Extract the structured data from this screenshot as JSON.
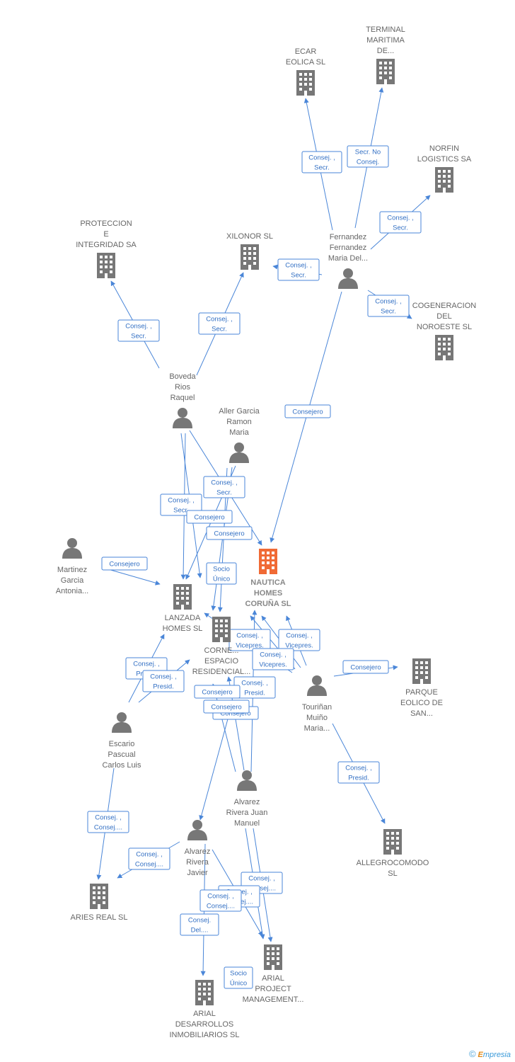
{
  "colors": {
    "edge": "#4a86d8",
    "node": "#777777",
    "focus": "#f06a35"
  },
  "nodes": [
    {
      "id": "ecar",
      "type": "company",
      "lines": [
        "ECAR",
        "EOLICA SL"
      ]
    },
    {
      "id": "terminal",
      "type": "company",
      "lines": [
        "TERMINAL",
        "MARITIMA",
        "DE..."
      ]
    },
    {
      "id": "norfin",
      "type": "company",
      "lines": [
        "NORFIN",
        "LOGISTICS SA"
      ]
    },
    {
      "id": "proteccion",
      "type": "company",
      "lines": [
        "PROTECCION",
        "E",
        "INTEGRIDAD SA"
      ]
    },
    {
      "id": "xilonor",
      "type": "company",
      "lines": [
        "XILONOR  SL"
      ]
    },
    {
      "id": "fernandez",
      "type": "person",
      "lines": [
        "Fernandez",
        "Fernandez",
        "Maria Del..."
      ]
    },
    {
      "id": "cogeneracion",
      "type": "company",
      "lines": [
        "COGENERACION",
        "DEL",
        "NOROESTE SL"
      ]
    },
    {
      "id": "boveda",
      "type": "person",
      "lines": [
        "Boveda",
        "Rios",
        "Raquel"
      ]
    },
    {
      "id": "aller",
      "type": "person",
      "lines": [
        "Aller Garcia",
        "Ramon",
        "Maria"
      ]
    },
    {
      "id": "martinez",
      "type": "person",
      "lines": [
        "Martinez",
        "Garcia",
        "Antonia..."
      ]
    },
    {
      "id": "nautica",
      "type": "focus",
      "lines": [
        "NAUTICA",
        "HOMES",
        "CORUÑA  SL"
      ]
    },
    {
      "id": "lanzada",
      "type": "company",
      "lines": [
        "LANZADA",
        "HOMES  SL"
      ]
    },
    {
      "id": "cornes",
      "type": "company",
      "lines": [
        "CORNE...",
        "ESPACIO",
        "RESIDENCIAL..."
      ]
    },
    {
      "id": "parque",
      "type": "company",
      "lines": [
        "PARQUE",
        "EOLICO DE",
        "SAN..."
      ]
    },
    {
      "id": "tourinan",
      "type": "person",
      "lines": [
        "Touriñan",
        "Muiño",
        "Maria..."
      ]
    },
    {
      "id": "escario",
      "type": "person",
      "lines": [
        "Escario",
        "Pascual",
        "Carlos Luis"
      ]
    },
    {
      "id": "alvarezjm",
      "type": "person",
      "lines": [
        "Alvarez",
        "Rivera Juan",
        "Manuel"
      ]
    },
    {
      "id": "allegro",
      "type": "company",
      "lines": [
        "ALLEGROCOMODO",
        "SL"
      ]
    },
    {
      "id": "alvarezj",
      "type": "person",
      "lines": [
        "Alvarez",
        "Rivera",
        "Javier"
      ]
    },
    {
      "id": "aries",
      "type": "company",
      "lines": [
        "ARIES REAL SL"
      ]
    },
    {
      "id": "arialpm",
      "type": "company",
      "lines": [
        "ARIAL",
        "PROJECT",
        "MANAGEMENT..."
      ]
    },
    {
      "id": "arialdi",
      "type": "company",
      "lines": [
        "ARIAL",
        "DESARROLLOS",
        "INMOBILIARIOS SL"
      ]
    }
  ],
  "relations": [
    {
      "lines": [
        "Consej. ,",
        "Secr."
      ]
    },
    {
      "lines": [
        "Secr.  No",
        "Consej."
      ]
    },
    {
      "lines": [
        "Consej. ,",
        "Secr."
      ]
    },
    {
      "lines": [
        "Consej. ,",
        "Secr."
      ]
    },
    {
      "lines": [
        "Consej. ,",
        "Secr."
      ]
    },
    {
      "lines": [
        "Consej. ,",
        "Secr."
      ]
    },
    {
      "lines": [
        "Consej. ,",
        "Secr."
      ]
    },
    {
      "lines": [
        "Consejero"
      ]
    },
    {
      "lines": [
        "Consej. ,",
        "Secr."
      ]
    },
    {
      "lines": [
        "Consej. ,",
        "Secr."
      ]
    },
    {
      "lines": [
        "Consejero"
      ]
    },
    {
      "lines": [
        "Consejero"
      ]
    },
    {
      "lines": [
        "Consejero"
      ]
    },
    {
      "lines": [
        "Socio",
        "Único"
      ]
    },
    {
      "lines": [
        "Consej. ,",
        "Vicepres."
      ]
    },
    {
      "lines": [
        "Consej. ,",
        "Vicepres."
      ]
    },
    {
      "lines": [
        "Consej. ,",
        "Vicepres."
      ]
    },
    {
      "lines": [
        "Consejero"
      ]
    },
    {
      "lines": [
        "Consej. ,",
        "Presid."
      ]
    },
    {
      "lines": [
        "Consej. ,",
        "Presid."
      ]
    },
    {
      "lines": [
        "Consej. ,",
        "Presid."
      ]
    },
    {
      "lines": [
        "Consejero"
      ]
    },
    {
      "lines": [
        "Consejero"
      ]
    },
    {
      "lines": [
        "Consejero"
      ]
    },
    {
      "lines": [
        "Consej. ,",
        "Presid."
      ]
    },
    {
      "lines": [
        "Consej. ,",
        "Consej...."
      ]
    },
    {
      "lines": [
        "Consej. ,",
        "Consej...."
      ]
    },
    {
      "lines": [
        "Consej. ,",
        "Consej...."
      ]
    },
    {
      "lines": [
        "Consej. ,",
        "Consej...."
      ]
    },
    {
      "lines": [
        "Consej. ,",
        "Consej...."
      ]
    },
    {
      "lines": [
        "Consej.",
        "Del...."
      ]
    },
    {
      "lines": [
        "Socio",
        "Único"
      ]
    }
  ],
  "footer": {
    "symbol": "©",
    "brand_initial": "E",
    "brand_rest": "mpresia"
  }
}
